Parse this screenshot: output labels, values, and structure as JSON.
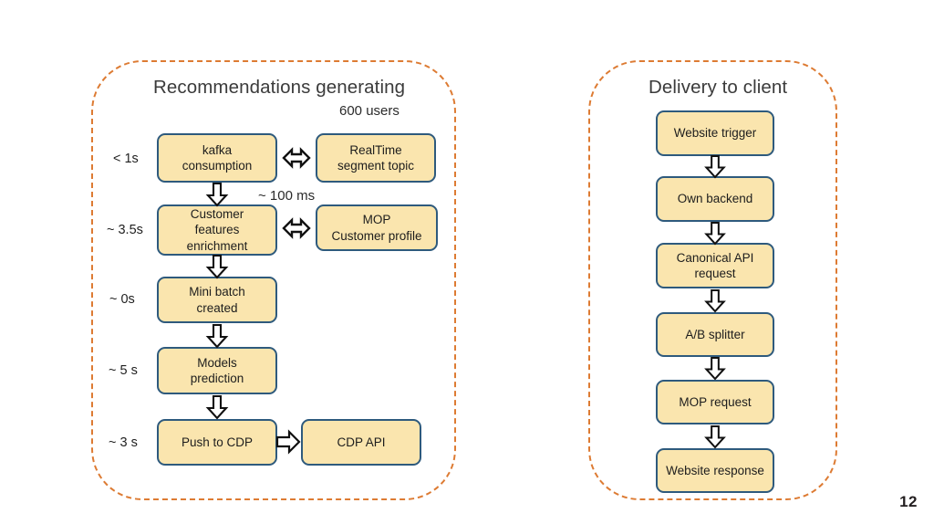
{
  "slide": {
    "page_number": "12",
    "accent_dashed": "#DD7B33",
    "box_fill": "#FAE5AE",
    "box_border": "#2E5A7D"
  },
  "left_panel": {
    "title": "Recommendations generating",
    "annotations": {
      "users": "600 users",
      "latency": "~ 100 ms"
    },
    "timings": [
      {
        "label": "< 1s"
      },
      {
        "label": "~ 3.5s"
      },
      {
        "label": "~ 0s"
      },
      {
        "label": "~ 5 s"
      },
      {
        "label": "~ 3 s"
      }
    ],
    "main_steps": [
      {
        "label": "kafka\nconsumption"
      },
      {
        "label": "Customer\nfeatures\nenrichment"
      },
      {
        "label": "Mini batch\ncreated"
      },
      {
        "label": "Models\nprediction"
      },
      {
        "label": "Push to CDP"
      }
    ],
    "side_steps": [
      {
        "label": "RealTime\nsegment topic"
      },
      {
        "label": "MOP\nCustomer profile"
      },
      {
        "label": "CDP API"
      }
    ],
    "connectors": [
      {
        "icon": "double-headed-horizontal-arrow-icon"
      },
      {
        "icon": "double-headed-horizontal-arrow-icon"
      },
      {
        "icon": "right-block-arrow-icon"
      },
      {
        "icon": "down-block-arrow-icon"
      },
      {
        "icon": "down-block-arrow-icon"
      },
      {
        "icon": "down-block-arrow-icon"
      },
      {
        "icon": "down-block-arrow-icon"
      }
    ]
  },
  "right_panel": {
    "title": "Delivery to client",
    "steps": [
      {
        "label": "Website trigger"
      },
      {
        "label": "Own backend"
      },
      {
        "label": "Canonical API\nrequest"
      },
      {
        "label": "A/B splitter"
      },
      {
        "label": "MOP request"
      },
      {
        "label": "Website response"
      }
    ],
    "connectors": [
      {
        "icon": "down-block-arrow-icon"
      },
      {
        "icon": "down-block-arrow-icon"
      },
      {
        "icon": "down-block-arrow-icon"
      },
      {
        "icon": "down-block-arrow-icon"
      },
      {
        "icon": "down-block-arrow-icon"
      }
    ]
  }
}
